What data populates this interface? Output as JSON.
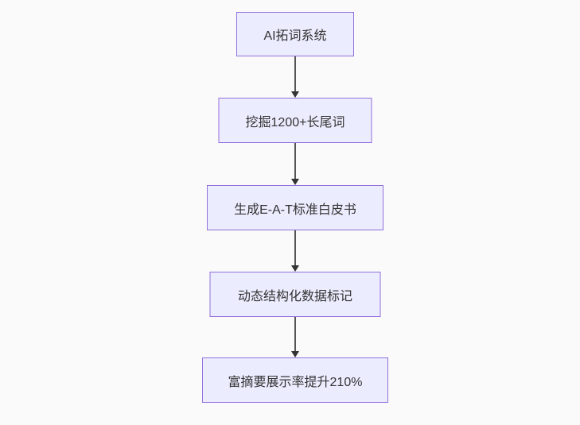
{
  "diagram": {
    "type": "flowchart",
    "direction": "top-down",
    "nodes": [
      {
        "id": "n1",
        "label": "AI拓词系统"
      },
      {
        "id": "n2",
        "label": "挖掘1200+长尾词"
      },
      {
        "id": "n3",
        "label": "生成E-A-T标准白皮书"
      },
      {
        "id": "n4",
        "label": "动态结构化数据标记"
      },
      {
        "id": "n5",
        "label": "富摘要展示率提升210%"
      }
    ],
    "edges": [
      {
        "from": "n1",
        "to": "n2",
        "style": "arrow"
      },
      {
        "from": "n2",
        "to": "n3",
        "style": "arrow"
      },
      {
        "from": "n3",
        "to": "n4",
        "style": "arrow"
      },
      {
        "from": "n4",
        "to": "n5",
        "style": "arrow"
      }
    ],
    "colors": {
      "node_fill": "#ececff",
      "node_border": "#9370db",
      "edge_line": "#555555",
      "arrowhead": "#333333",
      "text": "#333333",
      "background": "#fafafa"
    }
  }
}
